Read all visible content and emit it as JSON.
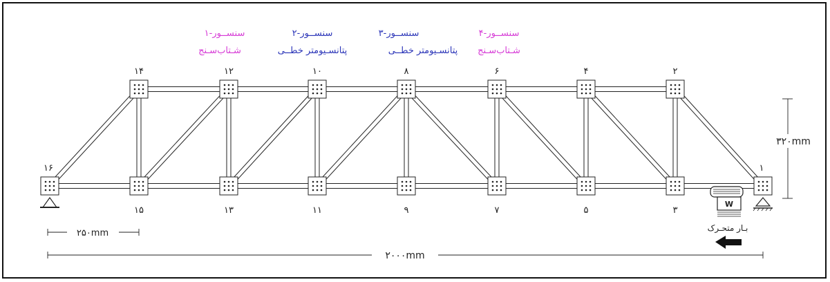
{
  "sensors": [
    {
      "id": "sensor-1",
      "name": "سنســور-۱",
      "type": "شـتاب‌سـنج",
      "color": "#d63bd6"
    },
    {
      "id": "sensor-2",
      "name": "سنســور-۲",
      "type": "پتانسـیومتر خطــی",
      "color": "#2b35b8"
    },
    {
      "id": "sensor-3",
      "name": "سنســور-۳",
      "type": "پتانسـیومتر خطــی",
      "color": "#2b35b8"
    },
    {
      "id": "sensor-4",
      "name": "سنســور-۴",
      "type": "شـتاب‌سـنج",
      "color": "#d63bd6"
    }
  ],
  "top_nodes": [
    "۱۴",
    "۱۲",
    "۱۰",
    "۸",
    "۶",
    "۴",
    "۲"
  ],
  "bottom_nodes": [
    "۱۶",
    "۱۵",
    "۱۳",
    "۱۱",
    "۹",
    "۷",
    "۵",
    "۳",
    "۱"
  ],
  "dimensions": {
    "height": "۳۲۰mm",
    "panel": "۲۵۰mm",
    "span": "۲۰۰۰mm"
  },
  "load": {
    "symbol": "W",
    "label": "بـار متحـرک"
  },
  "colors": {
    "line": "#222222",
    "magenta": "#d63bd6",
    "blue": "#2b35b8"
  }
}
